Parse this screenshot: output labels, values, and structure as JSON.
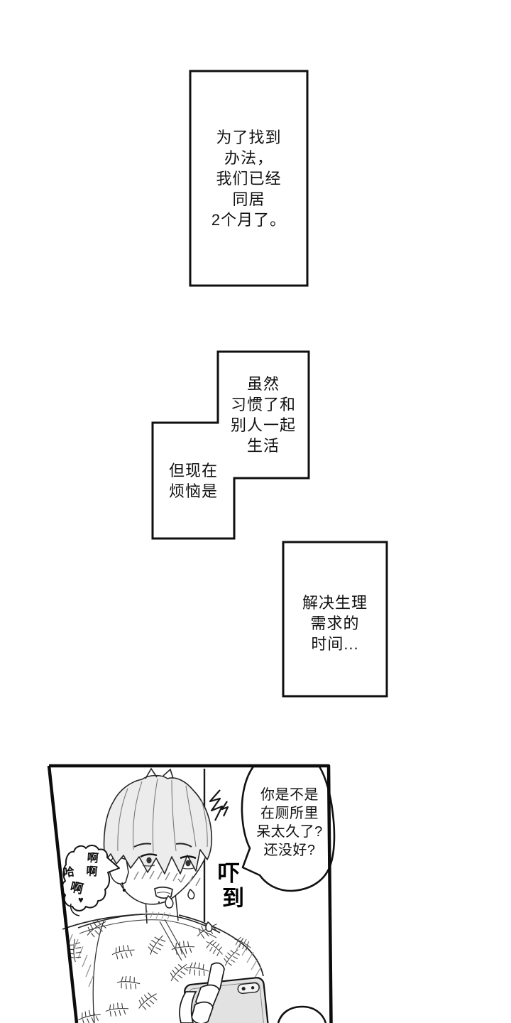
{
  "meta": {
    "page_background": "#ffffff",
    "ink_color": "#111111",
    "hair_tone": "#ececec",
    "phone_tone": "#e2e2e2"
  },
  "narration_boxes": [
    {
      "id": "box-1",
      "text": "为了找到\n办法，\n我们已经\n同居\n2个月了。"
    },
    {
      "id": "box-2",
      "text": "虽然\n习惯了和\n别人一起\n生活"
    },
    {
      "id": "box-3",
      "text": "但现在\n烦恼是"
    },
    {
      "id": "box-4",
      "text": "解决生理\n需求的\n时间..."
    }
  ],
  "panel": {
    "speech_bubble_text": "你是不是\n在厕所里\n呆太久了?\n还没好?",
    "sfx": {
      "full": "吓到",
      "char1": "吓",
      "char2": "到"
    },
    "moan_bubble": {
      "right_column": "啊\n啊",
      "left_char": "哈",
      "bottom_char": "啊",
      "heart": "♥"
    }
  }
}
